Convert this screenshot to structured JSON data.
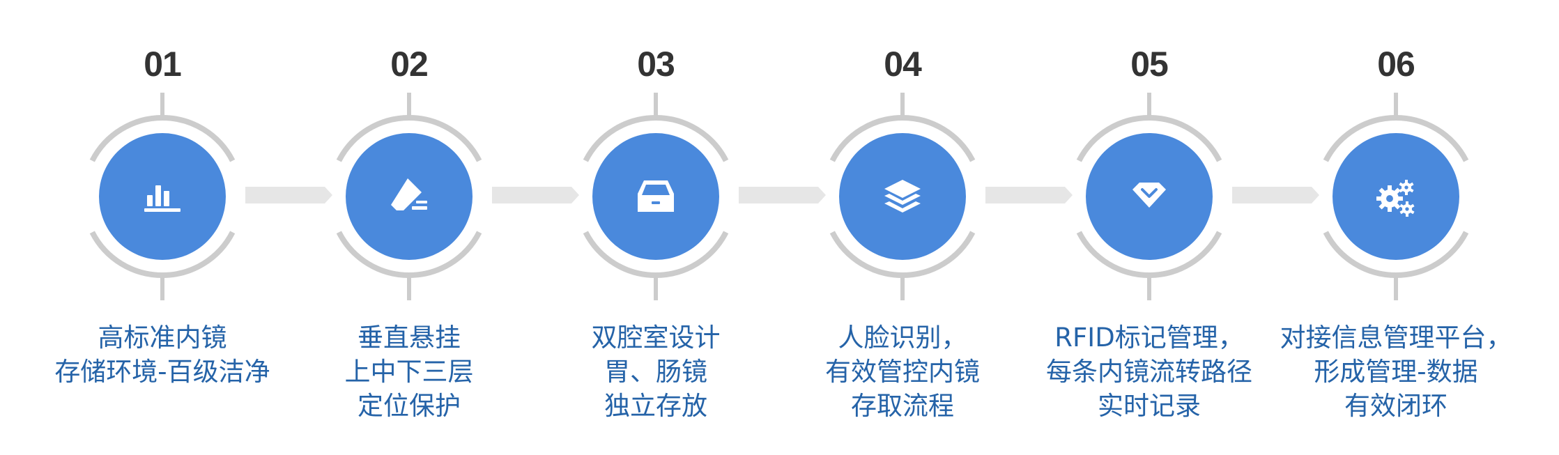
{
  "colors": {
    "circle_fill": "#4a89dc",
    "ring": "#cccccc",
    "arrow": "#e6e6e6",
    "number_text": "#333333",
    "caption_text": "#2563a8",
    "icon": "#ffffff"
  },
  "steps": [
    {
      "number": "01",
      "icon": "bar-chart-icon",
      "lines": [
        "高标准内镜",
        "存储环境-百级洁净"
      ]
    },
    {
      "number": "02",
      "icon": "eraser-icon",
      "lines": [
        "垂直悬挂",
        "上中下三层",
        "定位保护"
      ]
    },
    {
      "number": "03",
      "icon": "inbox-tray-icon",
      "lines": [
        "双腔室设计",
        "胃、肠镜",
        "独立存放"
      ]
    },
    {
      "number": "04",
      "icon": "layers-icon",
      "lines": [
        "人脸识别，",
        "有效管控内镜",
        "存取流程"
      ]
    },
    {
      "number": "05",
      "icon": "diamond-icon",
      "lines": [
        "RFID标记管理，",
        "每条内镜流转路径",
        "实时记录"
      ]
    },
    {
      "number": "06",
      "icon": "gears-icon",
      "lines": [
        "对接信息管理平台，",
        "形成管理-数据",
        "有效闭环"
      ]
    }
  ]
}
